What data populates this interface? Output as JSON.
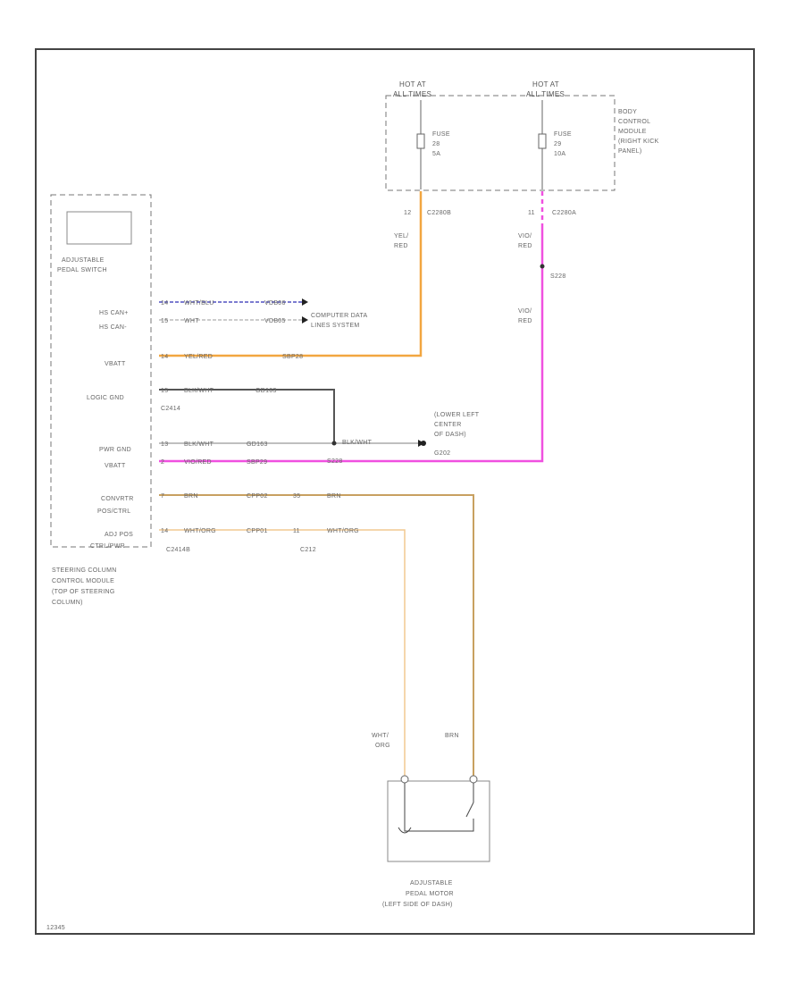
{
  "diagram_id": "12345",
  "bcm": {
    "hot_left_1": "HOT AT",
    "hot_left_2": "ALL TIMES",
    "hot_right_1": "HOT AT",
    "hot_right_2": "ALL TIMES",
    "fuse_left_1": "FUSE",
    "fuse_left_2": "28",
    "fuse_left_3": "5A",
    "fuse_right_1": "FUSE",
    "fuse_right_2": "29",
    "fuse_right_3": "10A",
    "label_1": "BODY",
    "label_2": "CONTROL",
    "label_3": "MODULE",
    "label_4": "(RIGHT KICK",
    "label_5": "PANEL)",
    "pin_left": "12",
    "conn_left": "C2280B",
    "pin_right": "11",
    "conn_right": "C2280A"
  },
  "wires": {
    "yel_red_1": "YEL/",
    "yel_red_2": "RED",
    "vio_red_1": "VIO/",
    "vio_red_2": "RED",
    "vio_red_3": "VIO/",
    "vio_red_4": "RED",
    "splice": "S228",
    "wht_org_1": "WHT/",
    "wht_org_2": "ORG",
    "brn": "BRN"
  },
  "switch": {
    "label_1": "ADJUSTABLE",
    "label_2": "PEDAL SWITCH"
  },
  "sccm": {
    "rows": [
      {
        "name": "HS CAN+",
        "pin": "14",
        "wire": "WHT/BLU",
        "circuit": "VDB06"
      },
      {
        "name": "HS CAN-",
        "pin": "15",
        "wire": "WHT",
        "circuit": "VDB05"
      },
      {
        "name": "VBATT",
        "pin": "14",
        "wire": "YEL/RED",
        "circuit": "SBP28"
      },
      {
        "name": "LOGIC GND",
        "pin": "15",
        "wire": "BLK/WHT",
        "circuit": "GD163"
      },
      {
        "name": "PWR GND",
        "pin": "13",
        "wire": "BLK/WHT",
        "circuit": "GD163"
      },
      {
        "name": "VBATT",
        "pin": "2",
        "wire": "VIO/RED",
        "circuit": "SBP29"
      },
      {
        "name": "CONVRTR",
        "name2": "POS/CTRL",
        "pin": "7",
        "wire": "BRN",
        "circuit": "CPP02",
        "pin2": "35",
        "wire2": "BRN"
      },
      {
        "name": "ADJ POS",
        "name2": "CTRL/PWR",
        "pin": "14",
        "wire": "WHT/ORG",
        "circuit": "CPP01",
        "pin2": "11",
        "wire2": "WHT/ORG"
      }
    ],
    "c2414": "C2414",
    "c2414b": "C2414B",
    "c212": "C212",
    "gnd_splice": "S228",
    "gnd_wire": "BLK/WHT",
    "label_1": "STEERING COLUMN",
    "label_2": "CONTROL MODULE",
    "label_3": "(TOP OF STEERING",
    "label_4": "COLUMN)"
  },
  "can": {
    "label_1": "COMPUTER DATA",
    "label_2": "LINES SYSTEM"
  },
  "ground": {
    "label_1": "(LOWER LEFT",
    "label_2": "CENTER",
    "label_3": "OF DASH)",
    "label_4": "G202"
  },
  "motor": {
    "label_1": "ADJUSTABLE",
    "label_2": "PEDAL MOTOR",
    "label_3": "(LEFT SIDE OF DASH)"
  },
  "colors": {
    "yel_red": "#f2a640",
    "vio_red": "#f050e0",
    "blu": "#5050c0",
    "wht": "#bbbbbb",
    "blk": "#444444",
    "brn": "#c8a060",
    "wht_org": "#f2c890"
  }
}
